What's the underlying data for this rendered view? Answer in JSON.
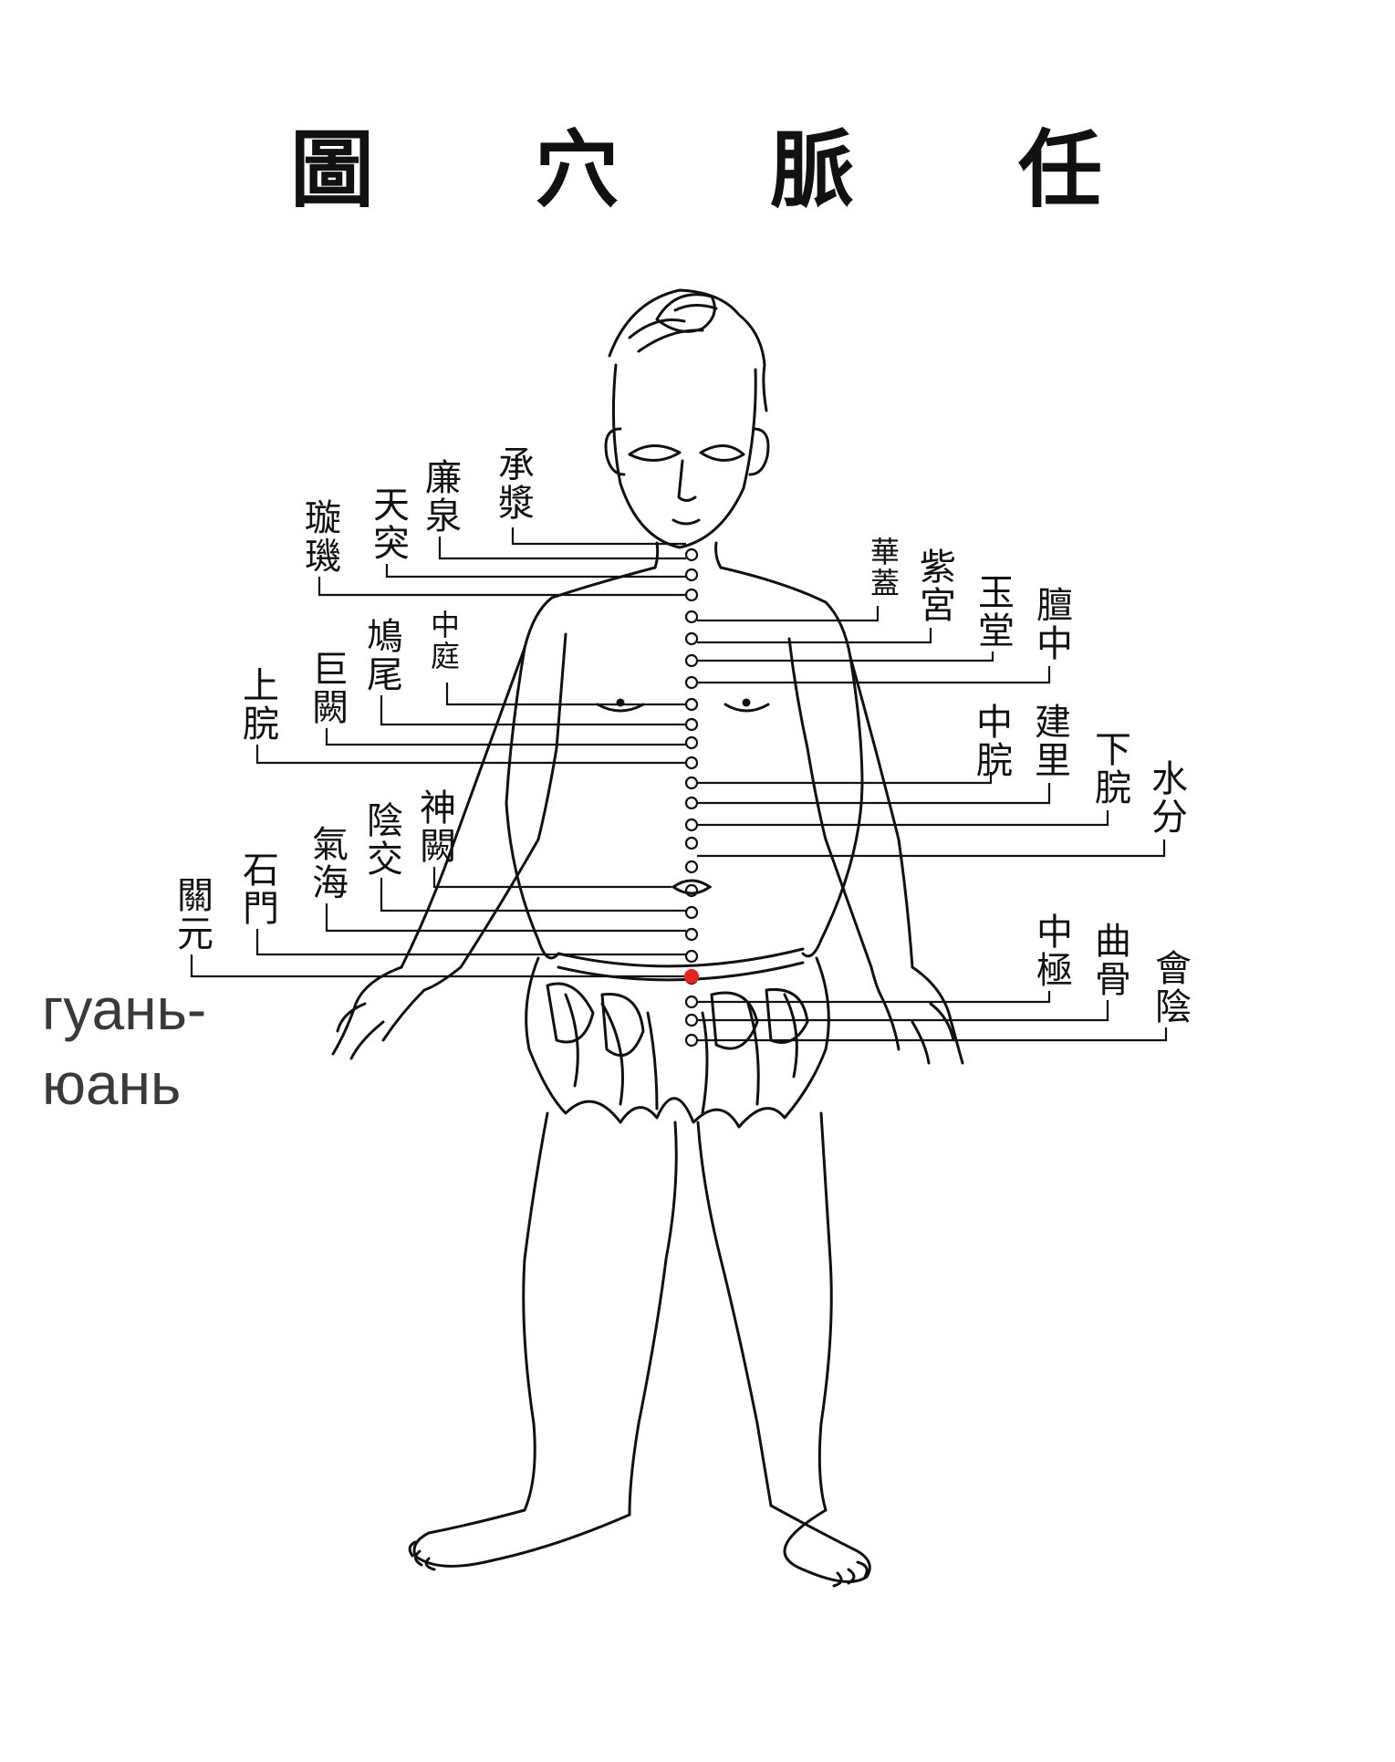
{
  "title": {
    "chars": [
      "圖",
      "穴",
      "脈",
      "任"
    ]
  },
  "points_left": [
    {
      "text": "承漿"
    },
    {
      "text": "廉泉"
    },
    {
      "text": "天突"
    },
    {
      "text": "璇璣"
    },
    {
      "text": "中庭"
    },
    {
      "text": "鳩尾"
    },
    {
      "text": "巨闕"
    },
    {
      "text": "上脘"
    },
    {
      "text": "神闕"
    },
    {
      "text": "陰交"
    },
    {
      "text": "氣海"
    },
    {
      "text": "石門"
    },
    {
      "text": "關元"
    }
  ],
  "points_right": [
    {
      "text": "華蓋"
    },
    {
      "text": "紫宮"
    },
    {
      "text": "玉堂"
    },
    {
      "text": "膻中"
    },
    {
      "text": "中脘"
    },
    {
      "text": "建里"
    },
    {
      "text": "下脘"
    },
    {
      "text": "水分"
    },
    {
      "text": "中極"
    },
    {
      "text": "曲骨"
    },
    {
      "text": "會陰"
    }
  ],
  "highlight": {
    "caption_line1": "гуань-",
    "caption_line2": "юань",
    "color": "#e8231c"
  },
  "colors": {
    "ink": "#111111",
    "background": "#ffffff",
    "caption": "#3a3a3a"
  }
}
